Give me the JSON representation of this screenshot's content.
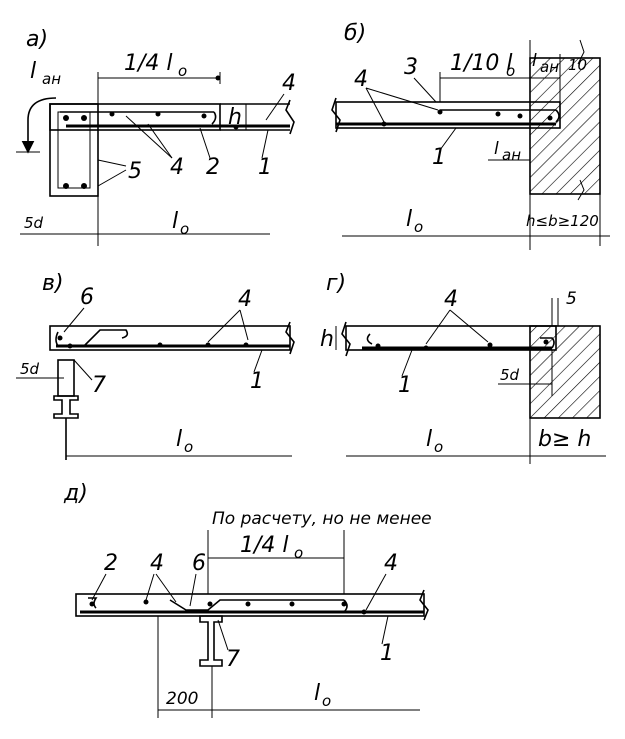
{
  "panels": {
    "a": {
      "letter": "а)",
      "anchor": "l",
      "anchor_sub": "ан",
      "quarter": "1/4 l",
      "quarter_sub": "o",
      "h": "h",
      "n4a": "4",
      "n4b": "4",
      "n2": "2",
      "n1": "1",
      "n5": "5",
      "fived": "5d",
      "span": "l",
      "span_sub": "o"
    },
    "b": {
      "letter": "б)",
      "tenth": "1/10 l",
      "tenth_sub": "o",
      "anchor1": "l",
      "anchor1_sub": "ан",
      "ten": "10",
      "n3": "3",
      "n4": "4",
      "n1": "1",
      "anchor2": "l",
      "anchor2_sub": "ан",
      "span": "l",
      "span_sub": "o",
      "support": "h≤b≥120"
    },
    "v": {
      "letter": "в)",
      "n6": "6",
      "n4": "4",
      "fived": "5d",
      "n7": "7",
      "n1": "1",
      "span": "l",
      "span_sub": "o"
    },
    "g": {
      "letter": "г)",
      "five": "5",
      "n4": "4",
      "h": "h",
      "fived": "5d",
      "n1": "1",
      "span": "l",
      "span_sub": "o",
      "support": "b≥ h"
    },
    "d": {
      "letter": "д)",
      "note": "По расчету, но не менее",
      "quarter": "1/4 l",
      "quarter_sub": "o",
      "n2": "2",
      "n4a": "4",
      "n6": "6",
      "n4b": "4",
      "n7": "7",
      "n1": "1",
      "dim200": "200",
      "span": "l",
      "span_sub": "o"
    }
  }
}
